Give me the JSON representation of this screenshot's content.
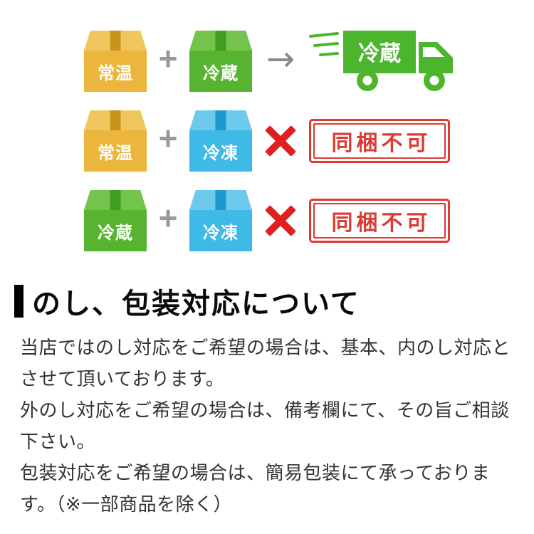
{
  "diagram": {
    "rows": [
      {
        "box1": "常温",
        "plus": "+",
        "box2": "冷蔵",
        "arrow": "→",
        "outcome": "ok",
        "truck_label": "冷蔵"
      },
      {
        "box1": "常温",
        "plus": "+",
        "box2": "冷凍",
        "outcome": "ng",
        "stamp": "同梱不可"
      },
      {
        "box1": "冷蔵",
        "plus": "+",
        "box2": "冷凍",
        "outcome": "ng",
        "stamp": "同梱不可"
      }
    ]
  },
  "section": {
    "heading": "のし、包装対応について",
    "paragraphs": [
      "当店ではのし対応をご希望の場合は、基本、内のし対応とさせて頂いております。",
      "外のし対応をご希望の場合は、備考欄にて、その旨ご相談下さい。",
      "包装対応をご希望の場合は、簡易包装にて承っております。（※一部商品を除く）"
    ]
  },
  "colors": {
    "room_temp_box": "#ecb53c",
    "chilled_box": "#57b431",
    "frozen_box": "#3fb9e6",
    "stamp_red": "#dc3a33",
    "cross_red": "#e02020",
    "truck_green": "#4cb52e"
  }
}
